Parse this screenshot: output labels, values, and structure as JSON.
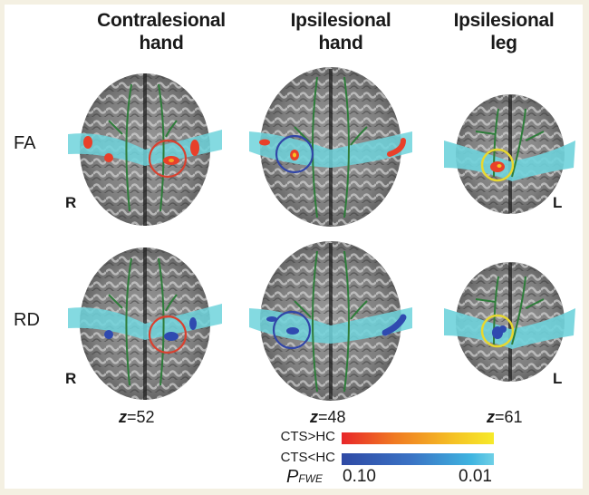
{
  "figure": {
    "columns": [
      {
        "title_line1": "Contralesional",
        "title_line2": "hand",
        "z_prefix": "z",
        "z_value": "=52"
      },
      {
        "title_line1": "Ipsilesional",
        "title_line2": "hand",
        "z_prefix": "z",
        "z_value": "=48"
      },
      {
        "title_line1": "Ipsilesional",
        "title_line2": "leg",
        "z_prefix": "z",
        "z_value": "=61"
      }
    ],
    "rows": [
      {
        "label": "FA",
        "effect_color": "#e8402a"
      },
      {
        "label": "RD",
        "effect_color": "#2f4ab0"
      }
    ],
    "orientation": {
      "left": "R",
      "right": "L"
    },
    "circle_colors": {
      "contralesional_hand": "#d9412f",
      "ipsilesional_hand": "#3146a8",
      "ipsilesional_leg": "#e8d830"
    },
    "roi_color": "#6fd3dc",
    "tract_color": "#2e7d3a"
  },
  "legend": {
    "positive_label": "CTS>HC",
    "negative_label": "CTS<HC",
    "positive_gradient": [
      "#e8262a",
      "#f07a22",
      "#f5c425",
      "#f6ea2a"
    ],
    "negative_gradient": [
      "#2f4aa5",
      "#3a72c4",
      "#3fb4e0",
      "#6fd0e6"
    ],
    "p_label_main": "P",
    "p_label_sub": "FWE",
    "p_min": "0.10",
    "p_max": "0.01"
  }
}
